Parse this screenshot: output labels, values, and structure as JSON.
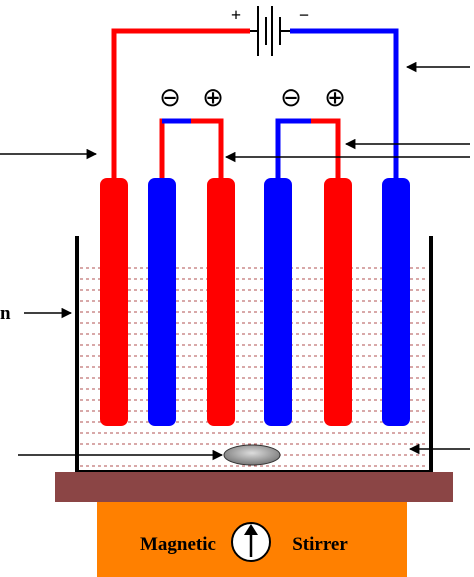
{
  "battery": {
    "plus_sign": "+",
    "minus_sign": "−"
  },
  "polarity_signs": [
    "⊖",
    "⊕",
    "⊖",
    "⊕"
  ],
  "left_label_fragment": "n",
  "stirrer": {
    "label_left": "Magnetic",
    "label_right": "Stirrer"
  },
  "colors": {
    "anode_red": "#ff0000",
    "cathode_blue": "#0000ff",
    "base_brown": "#8b4545",
    "stirrer_orange": "#ff8000",
    "liquid_dash": "#b05050",
    "stir_bar_grey": "#aaaaaa"
  },
  "icons": [
    "battery-icon",
    "up-arrow-icon",
    "stir-bar-icon"
  ]
}
